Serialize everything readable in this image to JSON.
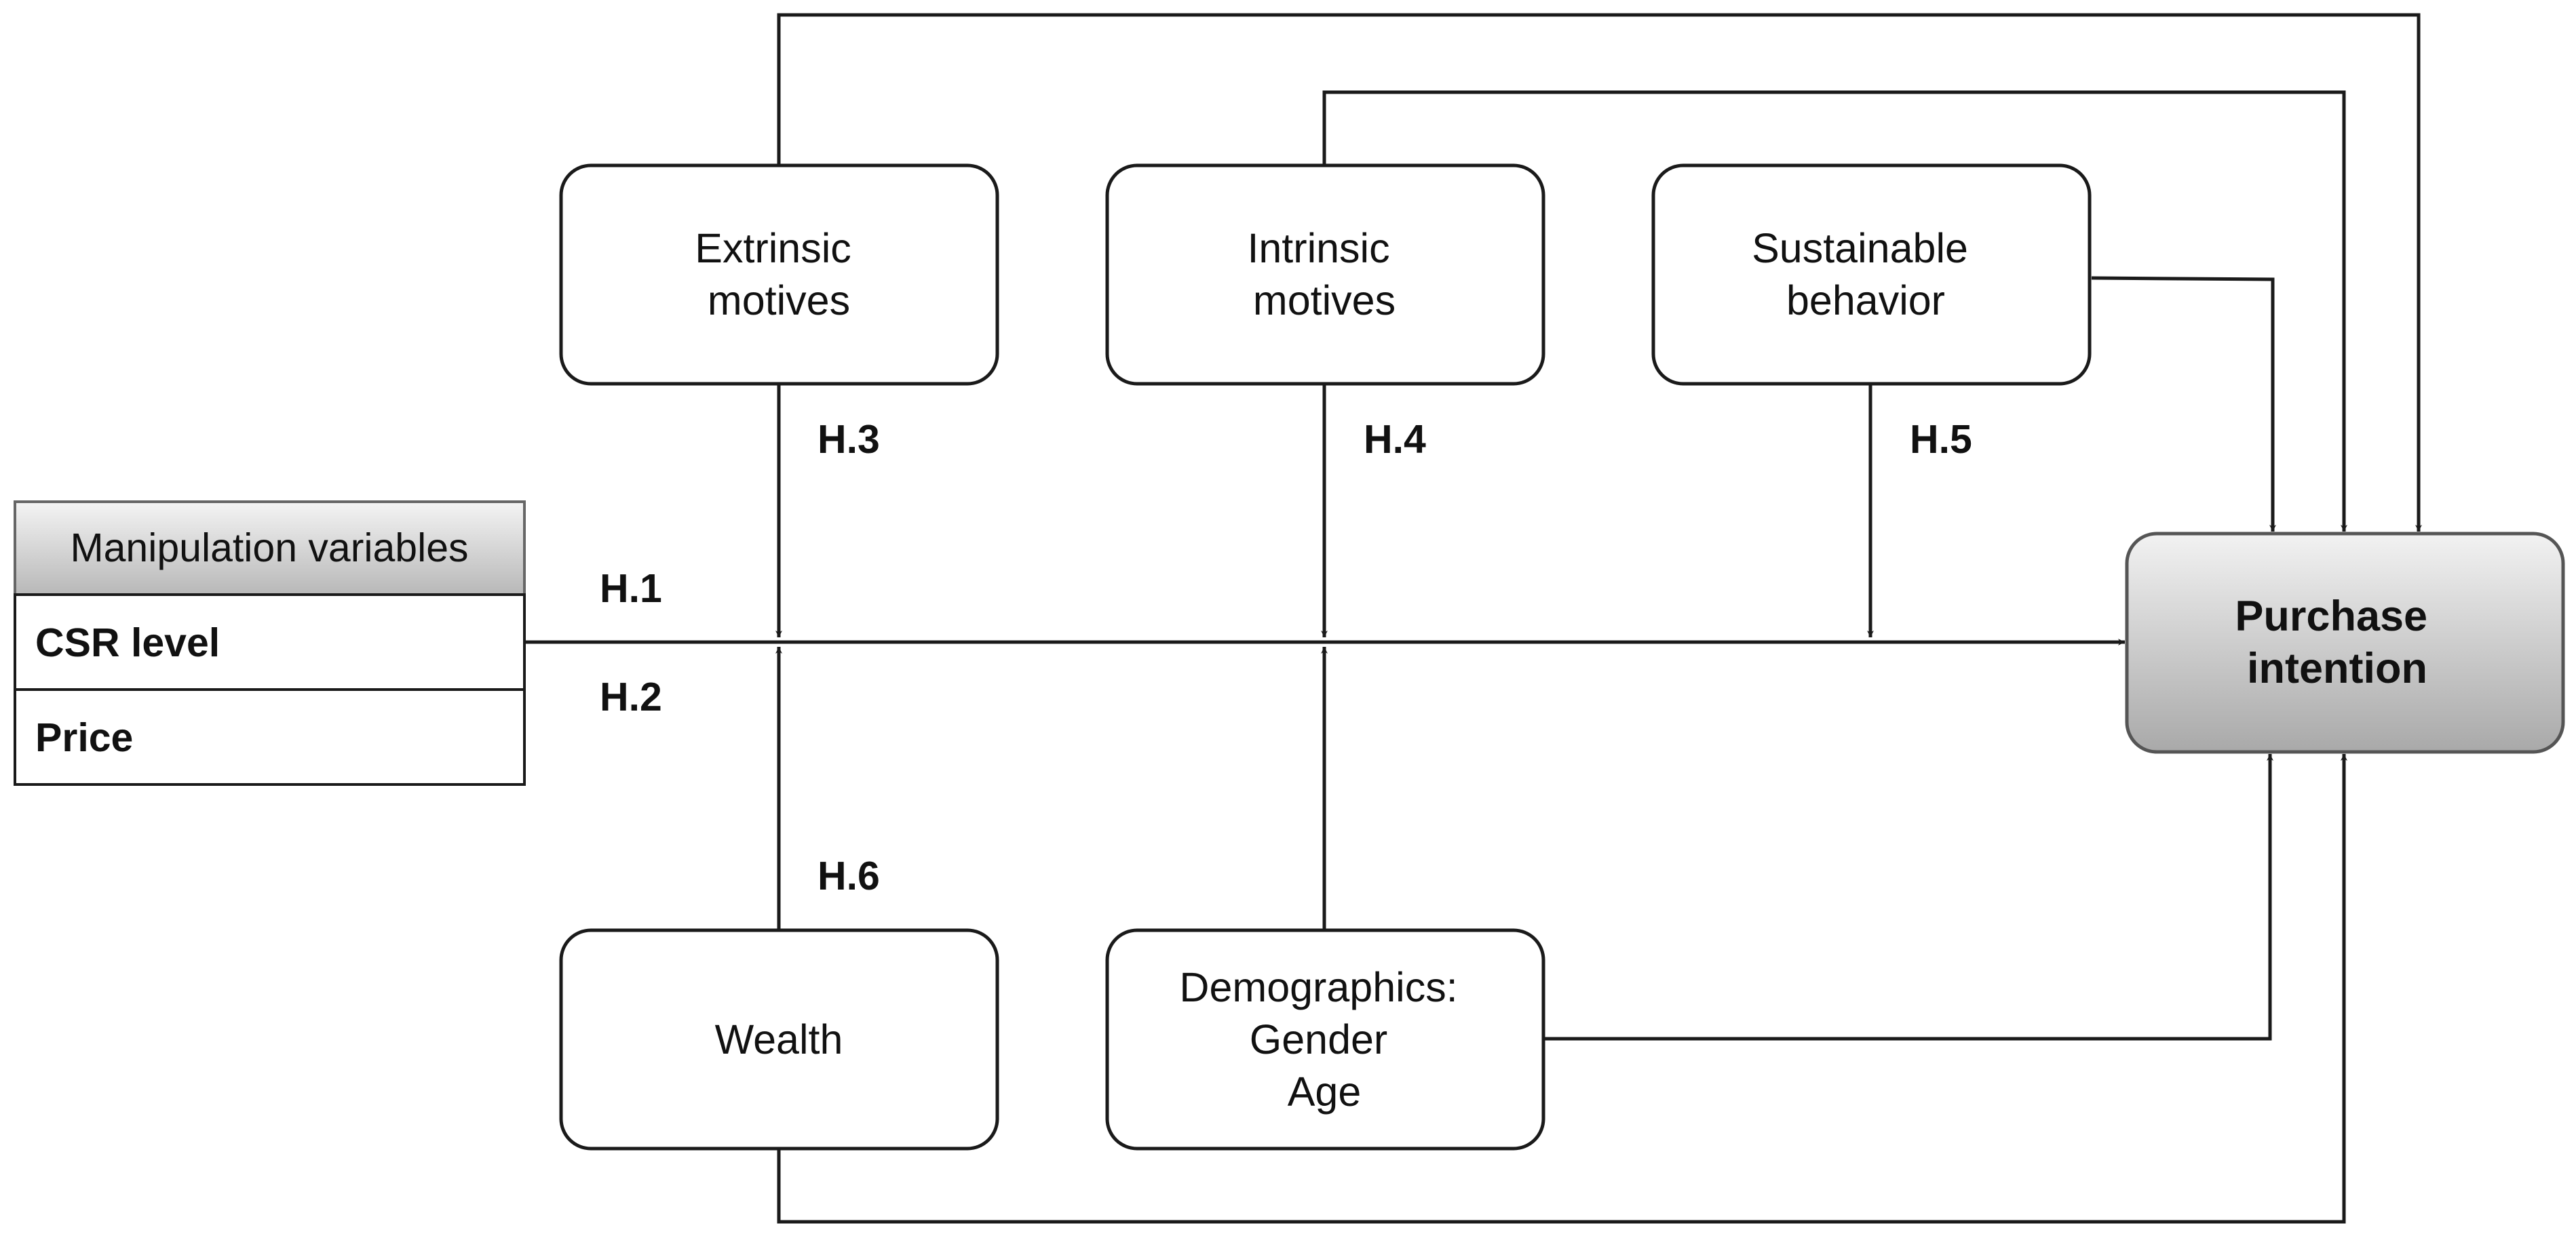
{
  "diagram": {
    "nodes": {
      "extrinsic": [
        "Extrinsic",
        "motives"
      ],
      "intrinsic": [
        "Intrinsic",
        "motives"
      ],
      "sustainable": [
        "Sustainable",
        "behavior"
      ],
      "wealth": [
        "Wealth"
      ],
      "demographics": [
        "Demographics:",
        "Gender",
        "Age"
      ],
      "purchase": [
        "Purchase",
        "intention"
      ]
    },
    "manipulation": {
      "header": "Manipulation variables",
      "rows": [
        "CSR level",
        "Price"
      ]
    },
    "hypotheses": {
      "h1": "H.1",
      "h2": "H.2",
      "h3": "H.3",
      "h4": "H.4",
      "h5": "H.5",
      "h6": "H.6"
    },
    "colors": {
      "stroke": "#1a1a1a",
      "box_fill": "#ffffff",
      "header_gradient_top": "#f4f4f4",
      "header_gradient_bottom": "#b8b8b8",
      "purchase_gradient_top": "#f2f2f2",
      "purchase_gradient_bottom": "#a9a9a9"
    }
  }
}
